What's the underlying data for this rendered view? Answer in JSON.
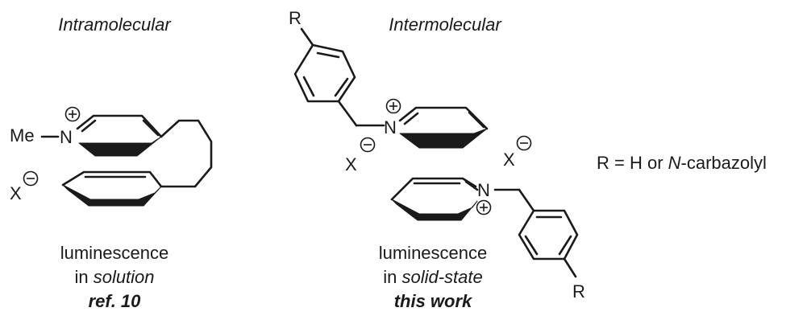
{
  "left_panel": {
    "heading": "Intramolecular",
    "methyl_label": "Me",
    "nitrogen_label": "N",
    "anion_label": "X",
    "caption_line1": "luminescence",
    "caption_in": "in ",
    "caption_medium": "solution",
    "reference": "ref. 10"
  },
  "middle_panel": {
    "heading": "Intermolecular",
    "substituent_label": "R",
    "nitrogen_label": "N",
    "anion_label": "X",
    "caption_line1": "luminescence",
    "caption_in": "in ",
    "caption_medium": "solid-state",
    "reference": "this work"
  },
  "definition": {
    "prefix": "R = H or ",
    "n_italic": "N",
    "suffix": "-carbazolyl"
  }
}
